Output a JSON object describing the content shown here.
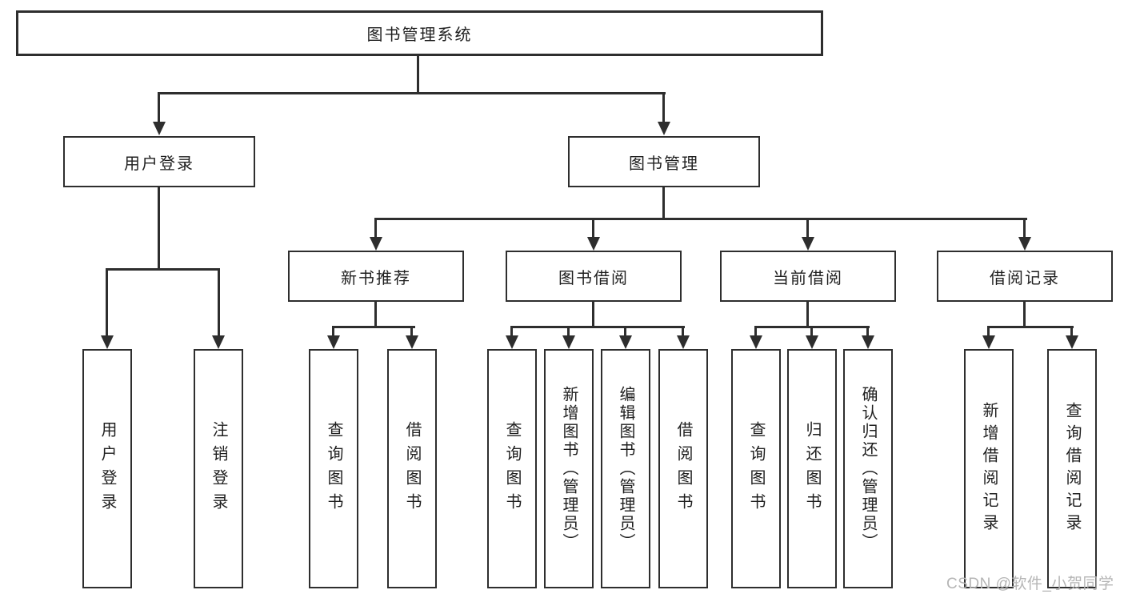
{
  "diagram": {
    "root": {
      "label": "图书管理系统"
    },
    "level2": [
      {
        "label": "用户登录"
      },
      {
        "label": "图书管理"
      }
    ],
    "level3": [
      {
        "label": "新书推荐"
      },
      {
        "label": "图书借阅"
      },
      {
        "label": "当前借阅"
      },
      {
        "label": "借阅记录"
      }
    ],
    "leaves": [
      {
        "label": "用户登录"
      },
      {
        "label": "注销登录"
      },
      {
        "label": "查询图书"
      },
      {
        "label": "借阅图书"
      },
      {
        "label": "查询图书"
      },
      {
        "label": "新增图书（管理员）"
      },
      {
        "label": "编辑图书（管理员）"
      },
      {
        "label": "借阅图书"
      },
      {
        "label": "查询图书"
      },
      {
        "label": "归还图书"
      },
      {
        "label": "确认归还（管理员）"
      },
      {
        "label": "新增借阅记录"
      },
      {
        "label": "查询借阅记录"
      }
    ],
    "watermark": "CSDN @软件_小贺同学",
    "colors": {
      "line": "#2e2e2e",
      "text": "#1f1f1f",
      "watermark": "#b5b5b5",
      "background": "#ffffff"
    }
  }
}
